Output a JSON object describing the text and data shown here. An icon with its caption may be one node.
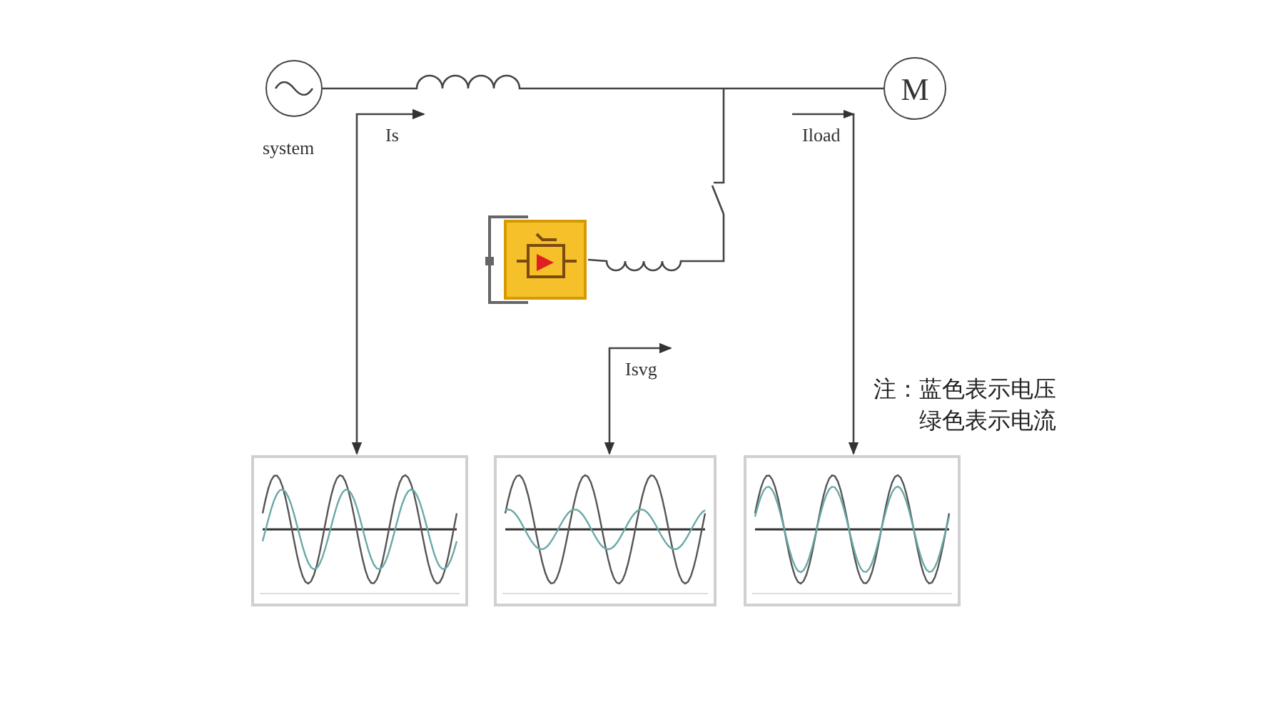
{
  "diagram": {
    "nodes": [
      {
        "text": [],
        "shape": "circle",
        "beside": [
          "system"
        ]
      },
      {
        "text": [
          "M"
        ]
      },
      {
        "text": [],
        "shape": "picture"
      },
      {
        "text": [],
        "shape": "picture"
      },
      {
        "text": [],
        "shape": "picture"
      },
      {
        "text": [],
        "shape": "picture"
      }
    ],
    "edges": [
      {
        "from": 0,
        "to": 1,
        "arrow": "none"
      },
      {
        "from": 2,
        "to": null,
        "arrow": "none"
      },
      {
        "from": null,
        "to": 3,
        "arrow": "both",
        "label": "Is"
      },
      {
        "from": 4,
        "to": null,
        "arrow": "both",
        "label": "Isvg"
      },
      {
        "from": null,
        "to": 5,
        "arrow": "to",
        "label": "Iload"
      }
    ],
    "labels": [
      "注：蓝色表示电压",
      "绿色表示电流"
    ]
  }
}
